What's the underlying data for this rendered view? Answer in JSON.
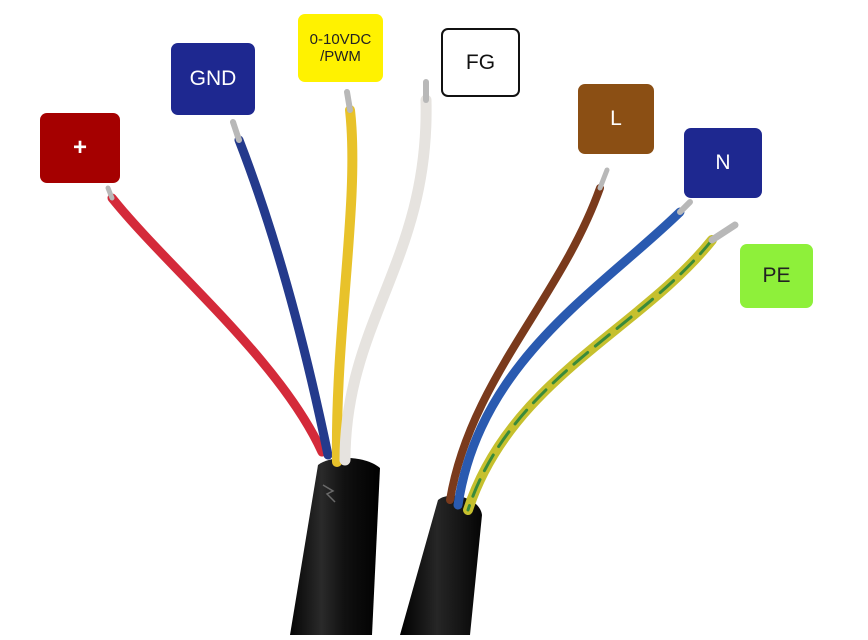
{
  "photo": {
    "subject_icon": "cable-photo",
    "cable_left": {
      "wires": [
        {
          "id": "plus",
          "color": "#d42a3a"
        },
        {
          "id": "gnd",
          "color": "#243a8c"
        },
        {
          "id": "ctrl",
          "color": "#e8c22a"
        },
        {
          "id": "fg",
          "color": "#e6e3df"
        }
      ]
    },
    "cable_right": {
      "wires": [
        {
          "id": "l",
          "color": "#7a3a1c"
        },
        {
          "id": "n",
          "color": "#2a5ab0"
        },
        {
          "id": "pe",
          "color": "#c6c02e"
        }
      ]
    }
  },
  "labels": {
    "plus": {
      "text": "+",
      "bg": "#a50000",
      "fg": "#ffffff"
    },
    "gnd": {
      "text": "GND",
      "bg": "#1e2890",
      "fg": "#ffffff"
    },
    "ctrl": {
      "text": "0-10VDC\n/PWM",
      "bg": "#fff200",
      "fg": "#222222"
    },
    "fg": {
      "text": "FG",
      "bg": "#ffffff",
      "fg": "#111111",
      "border": "#111111"
    },
    "l": {
      "text": "L",
      "bg": "#8b4f14",
      "fg": "#ffffff"
    },
    "n": {
      "text": "N",
      "bg": "#1e2890",
      "fg": "#ffffff"
    },
    "pe": {
      "text": "PE",
      "bg": "#8ef03a",
      "fg": "#222222"
    }
  }
}
